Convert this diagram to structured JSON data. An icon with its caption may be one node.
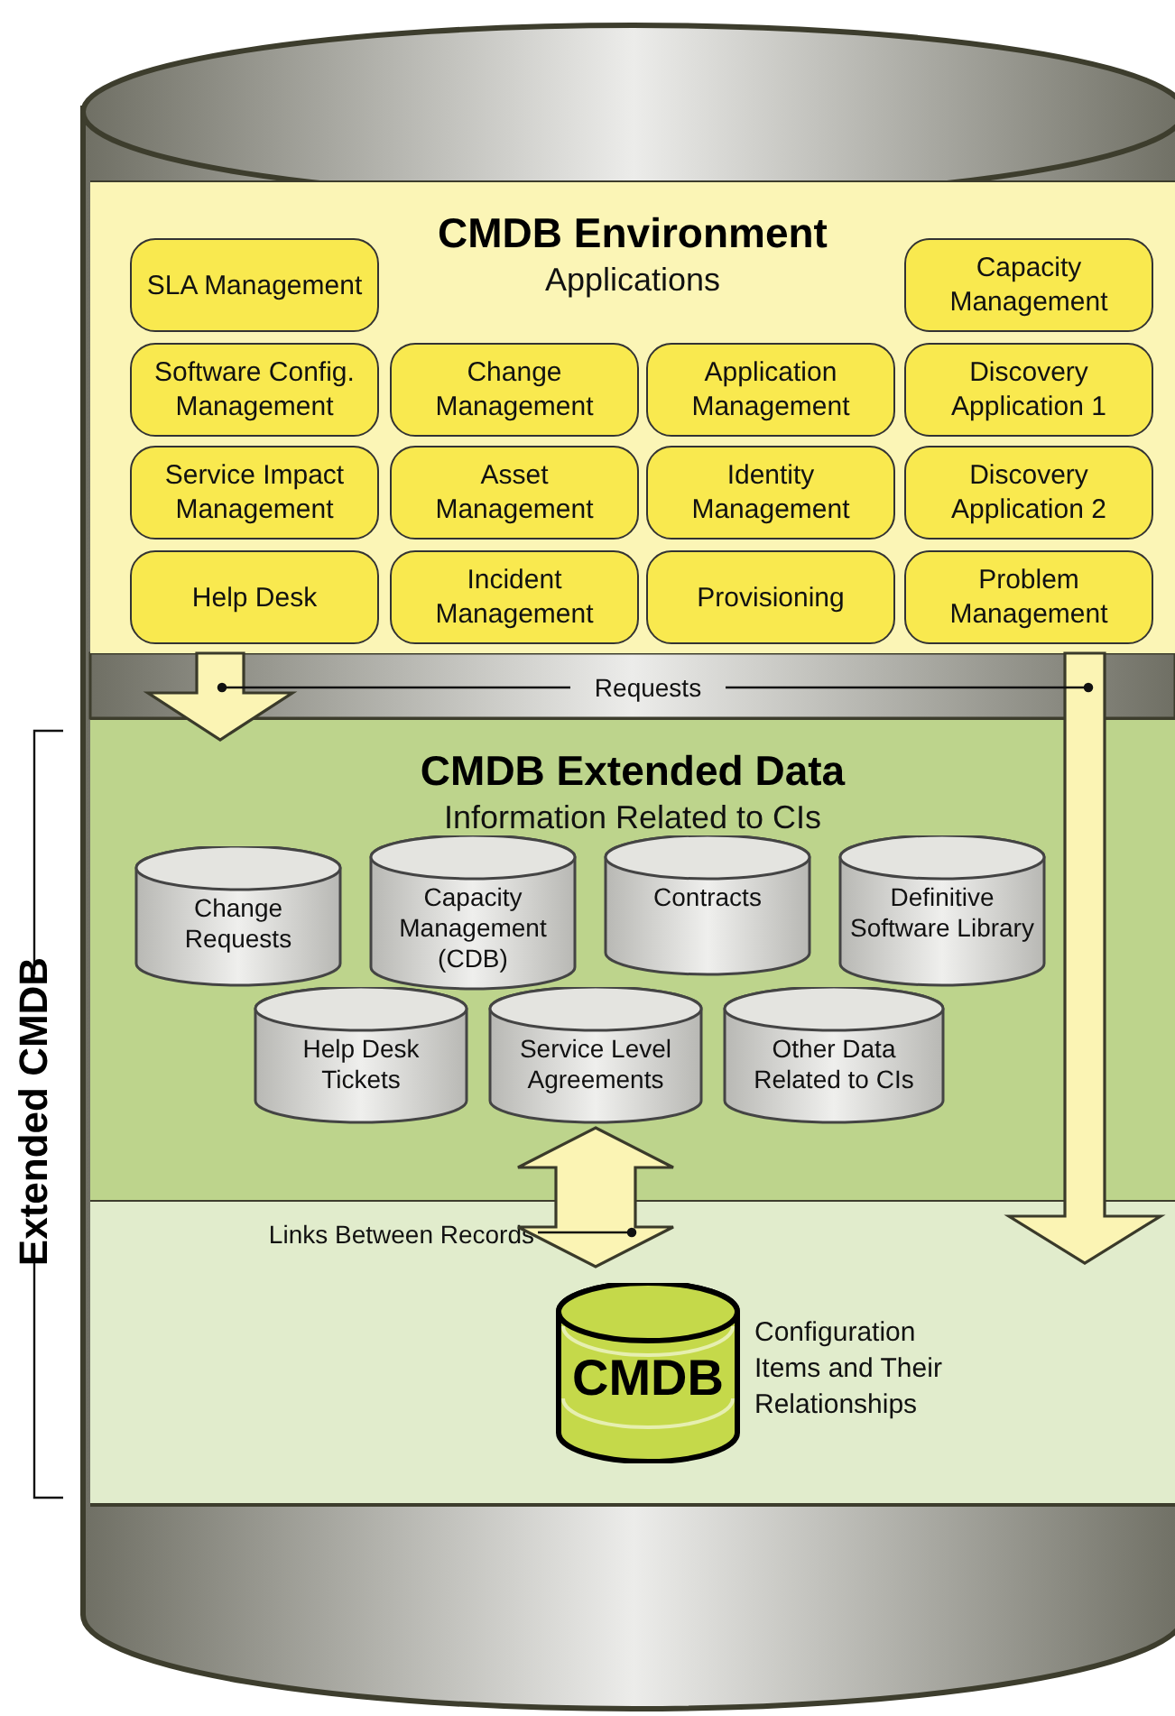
{
  "diagram": {
    "nodes": [
      {
        "text": [
          "CMDB Environment",
          "Applications"
        ]
      },
      {
        "text": [
          "SLA Management"
        ],
        "in": 0
      },
      {
        "text": [
          "Capacity Management"
        ],
        "in": 0
      },
      {
        "text": [
          "Software Config. Management"
        ],
        "in": 0
      },
      {
        "text": [
          "Change Management"
        ],
        "in": 0
      },
      {
        "text": [
          "Application Management"
        ],
        "in": 0
      },
      {
        "text": [
          "Discovery Application 1"
        ],
        "in": 0
      },
      {
        "text": [
          "Service Impact Management"
        ],
        "in": 0
      },
      {
        "text": [
          "Asset Management"
        ],
        "in": 0
      },
      {
        "text": [
          "Identity Management"
        ],
        "in": 0
      },
      {
        "text": [
          "Discovery Application 2"
        ],
        "in": 0
      },
      {
        "text": [
          "Help Desk"
        ],
        "in": 0
      },
      {
        "text": [
          "Incident Management"
        ],
        "in": 0
      },
      {
        "text": [
          "Provisioning"
        ],
        "in": 0
      },
      {
        "text": [
          "Problem Management"
        ],
        "in": 0
      },
      {
        "text": [
          "CMDB Extended Data",
          "Information Related to CIs"
        ]
      },
      {
        "text": [
          "Change Requests"
        ],
        "in": 15
      },
      {
        "text": [
          "Capacity Management (CDB)"
        ],
        "in": 15
      },
      {
        "text": [
          "Contracts"
        ],
        "in": 15
      },
      {
        "text": [
          "Definitive Software Library"
        ],
        "in": 15
      },
      {
        "text": [
          "Help Desk Tickets"
        ],
        "in": 15
      },
      {
        "text": [
          "Service Level Agreements"
        ],
        "in": 15
      },
      {
        "text": [
          "Other Data Related to CIs"
        ],
        "in": 15
      },
      {
        "text": [],
        "shape": "box"
      },
      {
        "text": [
          "CMDB"
        ],
        "in": 23,
        "beside": [
          "Configuration Items and Their Relationships"
        ]
      },
      {
        "text": [
          "Requests"
        ]
      },
      {
        "text": [
          "Links Between Records"
        ],
        "in": 23
      }
    ],
    "edges": [
      {
        "from": 0,
        "to": 15,
        "arrow": "to"
      },
      {
        "from": 0,
        "to": 23,
        "arrow": "to"
      },
      {
        "from": 21,
        "to": 24,
        "arrow": "both"
      },
      {
        "from": 25,
        "to": 0,
        "arrow": "other"
      },
      {
        "from": 25,
        "to": 0,
        "arrow": "other"
      },
      {
        "from": 26,
        "to": null,
        "arrow": "other"
      }
    ],
    "labels": [
      "Extended CMDB"
    ]
  }
}
